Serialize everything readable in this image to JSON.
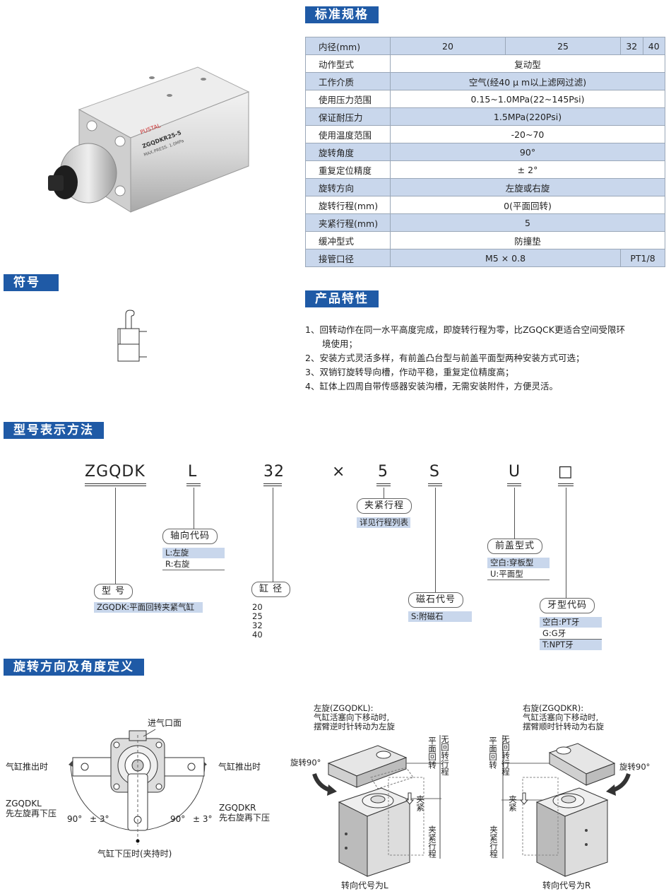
{
  "sections": {
    "spec": "标准规格",
    "symbol": "符号",
    "features": "产品特性",
    "model": "型号表示方法",
    "rotation": "旋转方向及角度定义"
  },
  "product_label": {
    "brand": "PUSTAL",
    "model": "ZGQDKR25-5",
    "pressure": "MAX.PRESS. 1.0MPa"
  },
  "spec_table": {
    "header": {
      "label": "内径(mm)",
      "cols": [
        "20",
        "25",
        "32",
        "40"
      ]
    },
    "rows": [
      {
        "label": "动作型式",
        "value": "复动型"
      },
      {
        "label": "工作介质",
        "value": "空气(经40 μ m以上滤网过滤)"
      },
      {
        "label": "使用压力范围",
        "value": "0.15~1.0MPa(22~145Psi)"
      },
      {
        "label": "保证耐压力",
        "value": "1.5MPa(220Psi)"
      },
      {
        "label": "使用温度范围",
        "value": "-20~70"
      },
      {
        "label": "旋转角度",
        "value": "90°"
      },
      {
        "label": "重复定位精度",
        "value": "± 2°"
      },
      {
        "label": "旋转方向",
        "value": "左旋或右旋"
      },
      {
        "label": "旋转行程(mm)",
        "value": "0(平面回转)"
      },
      {
        "label": "夹紧行程(mm)",
        "value": "5"
      },
      {
        "label": "缓冲型式",
        "value": "防撞垫"
      }
    ],
    "port": {
      "label": "接管口径",
      "value1": "M5 × 0.8",
      "value2": "PT1/8"
    }
  },
  "features": [
    "1、回转动作在同一水平高度完成，即旋转行程为零，比ZGQCK更适合空间受限环",
    "境使用；",
    "2、安装方式灵活多样，有前盖凸台型与前盖平面型两种安装方式可选；",
    "3、双销钉旋转导向槽，作动平稳，重复定位精度高；",
    "4、缸体上四周自带传感器安装沟槽，无需安装附件，方便灵活。"
  ],
  "model": {
    "codes": {
      "series": "ZGQDK",
      "dir": "L",
      "bore": "32",
      "times": "×",
      "stroke": "5",
      "mag": "S",
      "cover": "U",
      "thread": "□"
    },
    "labels": {
      "series": "型 号",
      "dir": "轴向代码",
      "bore": "缸 径",
      "stroke": "夹紧行程",
      "mag": "磁石代号",
      "cover": "前盖型式",
      "thread": "牙型代码"
    },
    "series_note": "ZGQDK:平面回转夹紧气缸",
    "dir_notes": [
      "L:左旋",
      "R:右旋"
    ],
    "bore_list": [
      "20",
      "25",
      "32",
      "40"
    ],
    "stroke_note": "详见行程列表",
    "mag_note": "S:附磁石",
    "cover_notes": [
      "空白:穿板型",
      "U:平面型"
    ],
    "thread_notes": [
      "空白:PT牙",
      "G:G牙",
      "T:NPT牙"
    ]
  },
  "rotation": {
    "air_inlet": "进气口面",
    "push_out_left": "气缸推出时",
    "push_out_right": "气缸推出时",
    "left_model": "ZGQDKL",
    "left_desc": "先左旋再下压",
    "right_model": "ZGQDKR",
    "right_desc": "先右旋再下压",
    "angle_left": "90°",
    "tol_left": "± 3°",
    "angle_right": "90°",
    "tol_right": "± 3°",
    "press_down": "气缸下压时(夹持时)",
    "left_title": "左旋(ZGQDKL):",
    "left_line1": "气缸活塞向下移动时,",
    "left_line2": "摆臂逆时针转动为左旋",
    "right_title": "右旋(ZGQDKR):",
    "right_line1": "气缸活塞向下移动时,",
    "right_line2": "摆臂顺时针转动为右旋",
    "rot90_left": "旋转90°",
    "rot90_right": "旋转90°",
    "flat_rot": "平面回转",
    "no_rot_stroke": "无回转行程",
    "clamp": "夹紧",
    "clamp_stroke": "夹紧行程",
    "left_code": "转向代号为L",
    "right_code": "转向代号为R"
  }
}
